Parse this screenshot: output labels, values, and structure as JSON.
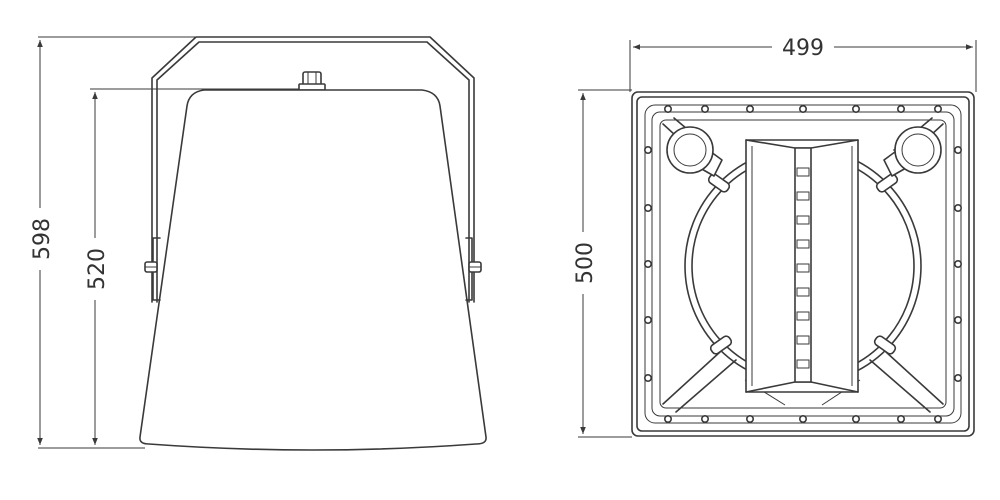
{
  "dimensions": {
    "side_total_height": "598",
    "side_body_height": "520",
    "front_width": "499",
    "front_height": "500"
  },
  "colors": {
    "line": "#3a3a3a",
    "background": "#ffffff"
  }
}
